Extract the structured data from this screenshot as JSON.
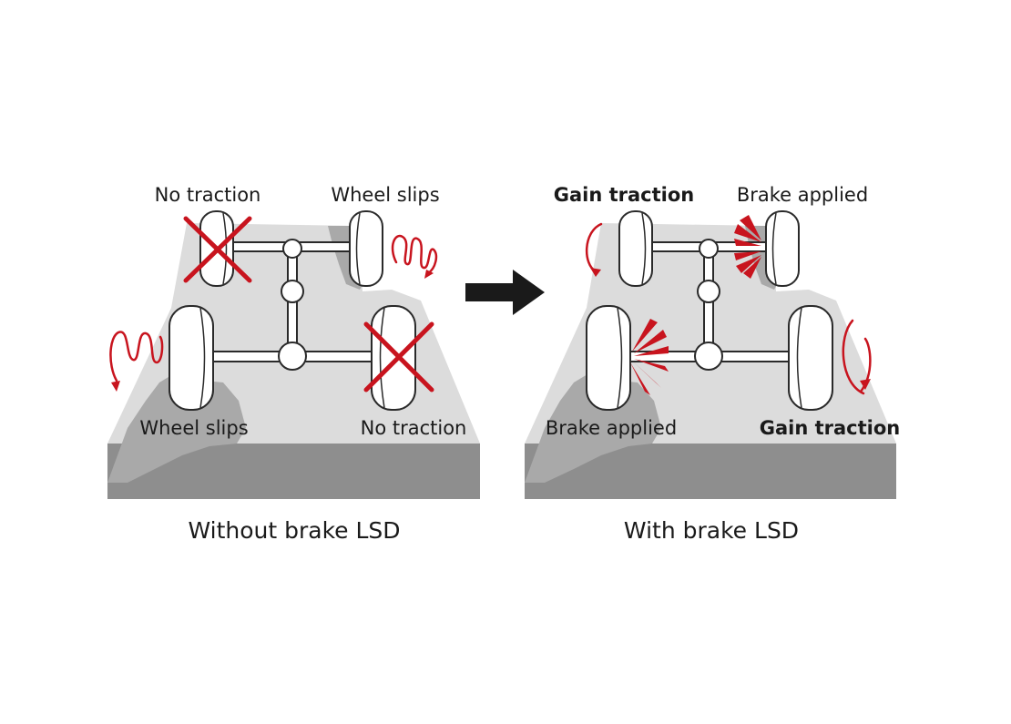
{
  "left_panel": {
    "top_left_label": "No traction",
    "top_right_label": "Wheel slips",
    "bottom_left_label": "Wheel slips",
    "bottom_right_label": "No traction",
    "caption": "Without brake LSD"
  },
  "right_panel": {
    "top_left_label": "Gain traction",
    "top_right_label": "Brake applied",
    "bottom_left_label": "Brake applied",
    "bottom_right_label": "Gain traction",
    "caption": "With brake LSD"
  },
  "colors": {
    "road_light": "#dcdcdc",
    "road_dark": "#8e8e8e",
    "slip_area": "#a9a9a9",
    "accent_red": "#c8141e",
    "arrow": "#1a1a1a"
  }
}
